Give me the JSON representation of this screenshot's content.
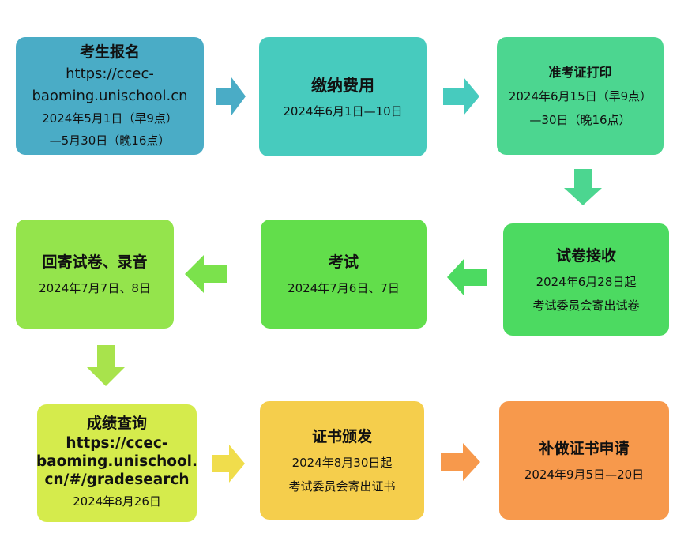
{
  "steps": [
    {
      "title": "考生报名",
      "url": [
        "https://ccec-",
        "baoming.unischool.cn"
      ],
      "lines": [
        "2024年5月1日（早9点）",
        "—5月30日（晚16点）"
      ],
      "color": "#4AACC6"
    },
    {
      "title": "缴纳费用",
      "lines": [
        "2024年6月1日—10日"
      ],
      "color": "#47CBBE"
    },
    {
      "title": "准考证打印",
      "lines": [
        "2024年6月15日（早9点）",
        "—30日（晚16点）"
      ],
      "color": "#4CD690"
    },
    {
      "title": "试卷接收",
      "lines": [
        "2024年6月28日起",
        "考试委员会寄出试卷"
      ],
      "color": "#4CDA61"
    },
    {
      "title": "考试",
      "lines": [
        "2024年7月6日、7日"
      ],
      "color": "#62DE4B"
    },
    {
      "title": "回寄试卷、录音",
      "lines": [
        "2024年7月7日、8日"
      ],
      "color": "#94E44C"
    },
    {
      "title": "成绩查询",
      "url": [
        "https://ccec-",
        "baoming.unischool.",
        "cn/#/gradesearch"
      ],
      "lines": [
        "2024年8月26日"
      ],
      "color": "#D5EB4C"
    },
    {
      "title": "证书颁发",
      "lines": [
        "2024年8月30日起",
        "考试委员会寄出证书"
      ],
      "color": "#F5CE4C"
    },
    {
      "title": "补做证书申请",
      "lines": [
        "2024年9月5日—20日"
      ],
      "color": "#F7994C"
    }
  ],
  "arrows": [
    {
      "direction": "right",
      "color": "#4AACC6"
    },
    {
      "direction": "right",
      "color": "#47CBBE"
    },
    {
      "direction": "down",
      "color": "#4CD690"
    },
    {
      "direction": "left",
      "color": "#4CDA61"
    },
    {
      "direction": "left",
      "color": "#7BE24C"
    },
    {
      "direction": "down",
      "color": "#A8E34C"
    },
    {
      "direction": "right",
      "color": "#F0DD4C"
    },
    {
      "direction": "right",
      "color": "#F7994C"
    }
  ]
}
